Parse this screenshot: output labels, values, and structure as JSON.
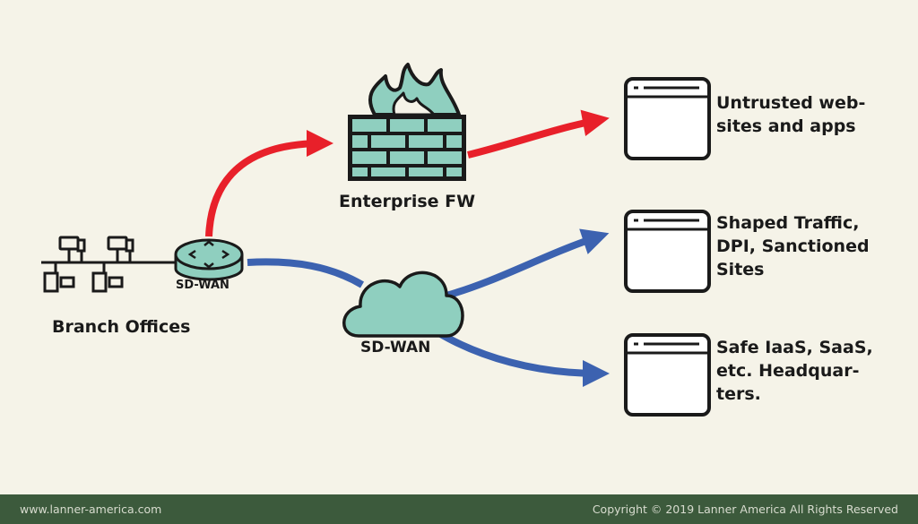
{
  "labels": {
    "firewall": "Enterprise FW",
    "router": "SD-WAN",
    "cloud": "SD-WAN",
    "branch": "Branch Offices"
  },
  "sites": [
    {
      "lines": [
        "Untrusted web-",
        "sites and apps"
      ]
    },
    {
      "lines": [
        "Shaped Traffic,",
        "DPI, Sanctioned",
        "Sites"
      ]
    },
    {
      "lines": [
        "Safe IaaS, SaaS,",
        "etc. Headquar-",
        "ters."
      ]
    }
  ],
  "colors": {
    "background": "#f5f3e8",
    "teal": "#8fcfbf",
    "red_flow": "#e8202a",
    "blue_flow": "#3c62b0",
    "footer_bg": "#3c5a3c",
    "footer_text": "#d8dccf"
  },
  "icons": {
    "firewall": "brick-wall-with-flames-icon",
    "router": "router-icon",
    "cloud": "cloud-icon",
    "branch": "computer-network-icon",
    "site": "browser-window-icon"
  },
  "footer": {
    "left": "www.lanner-america.com",
    "right": "Copyright © 2019 Lanner America All Rights Reserved"
  }
}
